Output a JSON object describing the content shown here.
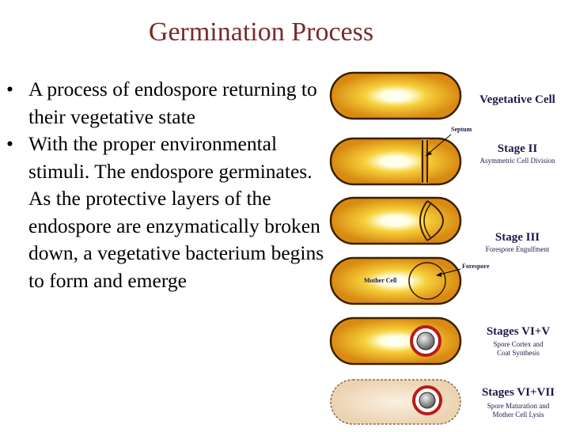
{
  "title": "Germination Process",
  "bullets": [
    "A process of endospore returning to their vegetative state",
    "With the proper environmental stimuli. The endospore germinates. As the protective layers of the endospore are enzymatically broken down, a vegetative bacterium begins to form and emerge"
  ],
  "bullet_glyph": "•",
  "diagram": {
    "cells": [
      {
        "label": "Vegetative Cell",
        "sub": ""
      },
      {
        "label": "Stage II",
        "sub": "Asymmetric Cell Division"
      },
      {
        "label": "Stage III",
        "sub": "Forespore Engulfment"
      },
      {
        "label": "",
        "sub": ""
      },
      {
        "label": "Stages VI+V",
        "sub": "Spore Cortex and",
        "sub2": "Coat Synthesis"
      },
      {
        "label": "Stages VI+VII",
        "sub": "Spore Maturation and",
        "sub2": "Mother Cell Lysis"
      }
    ],
    "annotations": {
      "septum": "Septum",
      "forespore": "Forespore",
      "mother_cell": "Mother Cell"
    }
  },
  "colors": {
    "title": "#7a2a2a",
    "cell_fill": "#e9a21c",
    "cell_outline": "#3a1f00",
    "lysed_cell": "#f1dcc0",
    "label_text": "#1a1a4a"
  }
}
